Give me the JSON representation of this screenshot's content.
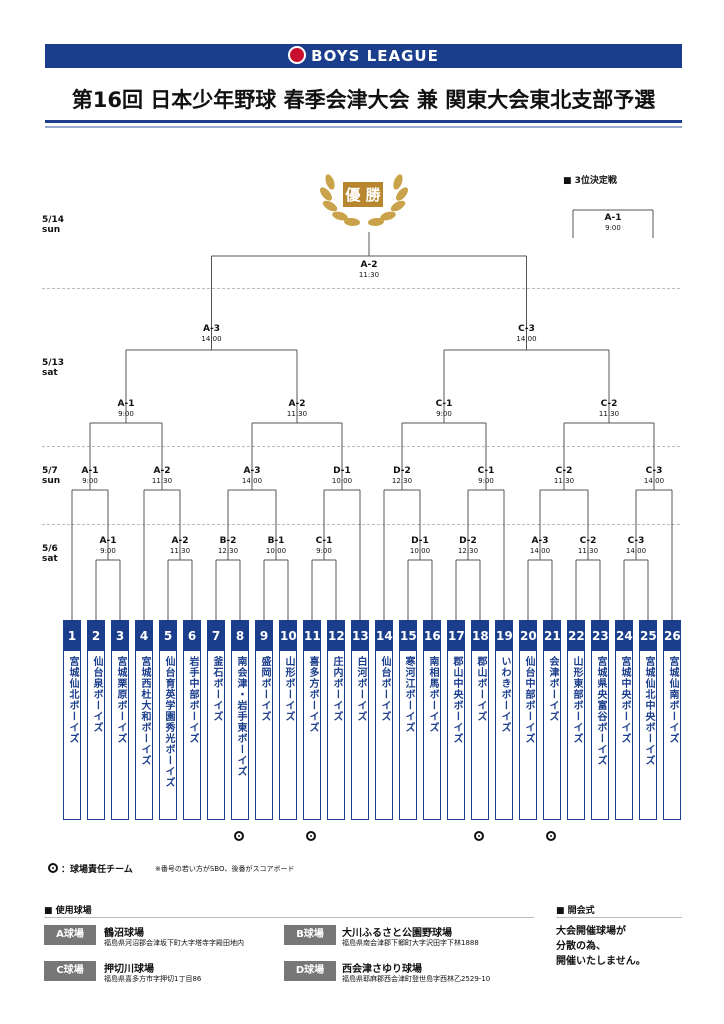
{
  "header": {
    "league": "BOYS LEAGUE",
    "title": "第16回 日本少年野球 春季会津大会 兼 関東大会東北支部予選"
  },
  "days": [
    {
      "date": "5/14",
      "dow": "sun"
    },
    {
      "date": "5/13",
      "dow": "sat"
    },
    {
      "date": "5/7",
      "dow": "sun"
    },
    {
      "date": "5/6",
      "dow": "sat"
    }
  ],
  "champion": "優 勝",
  "third_place": {
    "heading": "■ 3位決定戦",
    "code": "A-1",
    "time": "9:00"
  },
  "matches": {
    "final": {
      "code": "A-2",
      "time": "11:30"
    },
    "semi_left": {
      "code": "A-3",
      "time": "14:00"
    },
    "semi_right": {
      "code": "C-3",
      "time": "14:00"
    },
    "qf1": {
      "code": "A-1",
      "time": "9:00"
    },
    "qf2": {
      "code": "A-2",
      "time": "11:30"
    },
    "qf3": {
      "code": "C-1",
      "time": "9:00"
    },
    "qf4": {
      "code": "C-2",
      "time": "11:30"
    },
    "r2_1": {
      "code": "A-1",
      "time": "9:00"
    },
    "r2_2": {
      "code": "A-2",
      "time": "11:30"
    },
    "r2_3": {
      "code": "A-3",
      "time": "14:00"
    },
    "r2_4": {
      "code": "D-1",
      "time": "10:00"
    },
    "r2_5": {
      "code": "D-2",
      "time": "12:30"
    },
    "r2_6": {
      "code": "C-1",
      "time": "9:00"
    },
    "r2_7": {
      "code": "C-2",
      "time": "11:30"
    },
    "r2_8": {
      "code": "C-3",
      "time": "14:00"
    },
    "r1_1": {
      "code": "A-1",
      "time": "9:00"
    },
    "r1_2": {
      "code": "A-2",
      "time": "11:30"
    },
    "r1_3": {
      "code": "B-2",
      "time": "12:30"
    },
    "r1_4": {
      "code": "B-1",
      "time": "10:00"
    },
    "r1_5": {
      "code": "C-1",
      "time": "9:00"
    },
    "r1_6": {
      "code": "D-1",
      "time": "10:00"
    },
    "r1_7": {
      "code": "D-2",
      "time": "12:30"
    },
    "r1_8": {
      "code": "A-3",
      "time": "14:00"
    },
    "r1_9": {
      "code": "C-2",
      "time": "11:30"
    },
    "r1_10": {
      "code": "C-3",
      "time": "14:00"
    }
  },
  "teams": [
    {
      "num": "1",
      "name": "宮城仙北ボーイズ"
    },
    {
      "num": "2",
      "name": "仙台泉ボーイズ"
    },
    {
      "num": "3",
      "name": "宮城栗原ボーイズ"
    },
    {
      "num": "4",
      "name": "宮城西杜大和ボーイズ"
    },
    {
      "num": "5",
      "name": "仙台育英学園秀光ボーイズ"
    },
    {
      "num": "6",
      "name": "岩手中部ボーイズ"
    },
    {
      "num": "7",
      "name": "釜石ボーイズ"
    },
    {
      "num": "8",
      "name": "南会津・岩手東ボーイズ"
    },
    {
      "num": "9",
      "name": "盛岡ボーイズ"
    },
    {
      "num": "10",
      "name": "山形ボーイズ"
    },
    {
      "num": "11",
      "name": "喜多方ボーイズ"
    },
    {
      "num": "12",
      "name": "庄内ボーイズ"
    },
    {
      "num": "13",
      "name": "白河ボーイズ"
    },
    {
      "num": "14",
      "name": "仙台ボーイズ"
    },
    {
      "num": "15",
      "name": "寒河江ボーイズ"
    },
    {
      "num": "16",
      "name": "南相馬ボーイズ"
    },
    {
      "num": "17",
      "name": "郡山中央ボーイズ"
    },
    {
      "num": "18",
      "name": "郡山ボーイズ"
    },
    {
      "num": "19",
      "name": "いわきボーイズ"
    },
    {
      "num": "20",
      "name": "仙台中部ボーイズ"
    },
    {
      "num": "21",
      "name": "会津ボーイズ"
    },
    {
      "num": "22",
      "name": "山形東部ボーイズ"
    },
    {
      "num": "23",
      "name": "宮城県央富谷ボーイズ"
    },
    {
      "num": "24",
      "name": "宮城中央ボーイズ"
    },
    {
      "num": "25",
      "name": "宮城仙北中央ボーイズ"
    },
    {
      "num": "26",
      "name": "宮城仙南ボーイズ"
    }
  ],
  "legend": {
    "text": "：球場責任チーム",
    "note": "※番号の若い方がSBO、後番がスコアボード"
  },
  "venues_heading": "■ 使用球場",
  "venues": [
    {
      "tag": "A球場",
      "name": "鶴沼球場",
      "address": "福島県河沼郡会津坂下町大字塔寺字殿田地内"
    },
    {
      "tag": "B球場",
      "name": "大川ふるさと公園野球場",
      "address": "福島県南会津郡下郷町大字沢田字下林1888"
    },
    {
      "tag": "C球場",
      "name": "押切川球場",
      "address": "福島県喜多方市字押切1丁目86"
    },
    {
      "tag": "D球場",
      "name": "西会津さゆり球場",
      "address": "福島県耶麻郡西会津町登世島字西林乙2529-10"
    }
  ],
  "ceremony": {
    "heading": "■ 開会式",
    "lines": [
      "大会開催球場が",
      "分散の為、",
      "開催いたしません。"
    ]
  }
}
